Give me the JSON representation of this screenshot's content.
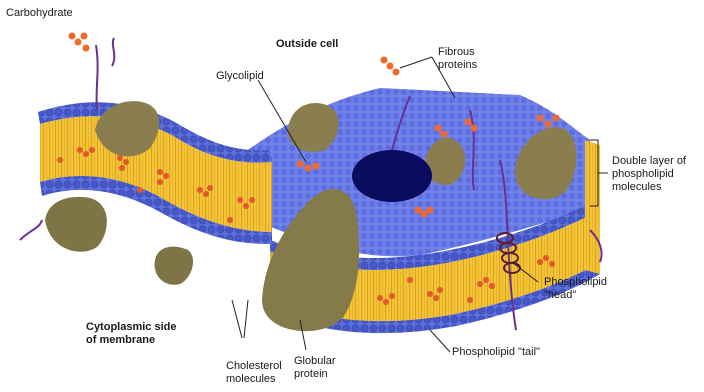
{
  "labels": {
    "carbohydrate": "Carbohydrate",
    "outside_cell": "Outside cell",
    "glycolipid": "Glycolipid",
    "fibrous_line1": "Fibrous",
    "fibrous_line2": "proteins",
    "double_line1": "Double layer of",
    "double_line2": "phospholipid",
    "double_line3": "molecules",
    "head_line1": "Phospholipid",
    "head_line2": "\"head\"",
    "tail": "Phospholipid \"tail\"",
    "cyto_line1": "Cytoplasmic side",
    "cyto_line2": "of membrane",
    "chol_line1": "Cholesterol",
    "chol_line2": "molecules",
    "glob_line1": "Globular",
    "glob_line2": "protein"
  },
  "colors": {
    "head_blue": "#4a5fd0",
    "top_surface": "#6f7fe6",
    "tail_yellow": "#f2c23a",
    "cholesterol_orange": "#e4572e",
    "protein_olive": "#8a7e4e",
    "fiber_purple": "#6d2f8f",
    "occluder_navy": "#0a0a5e"
  }
}
